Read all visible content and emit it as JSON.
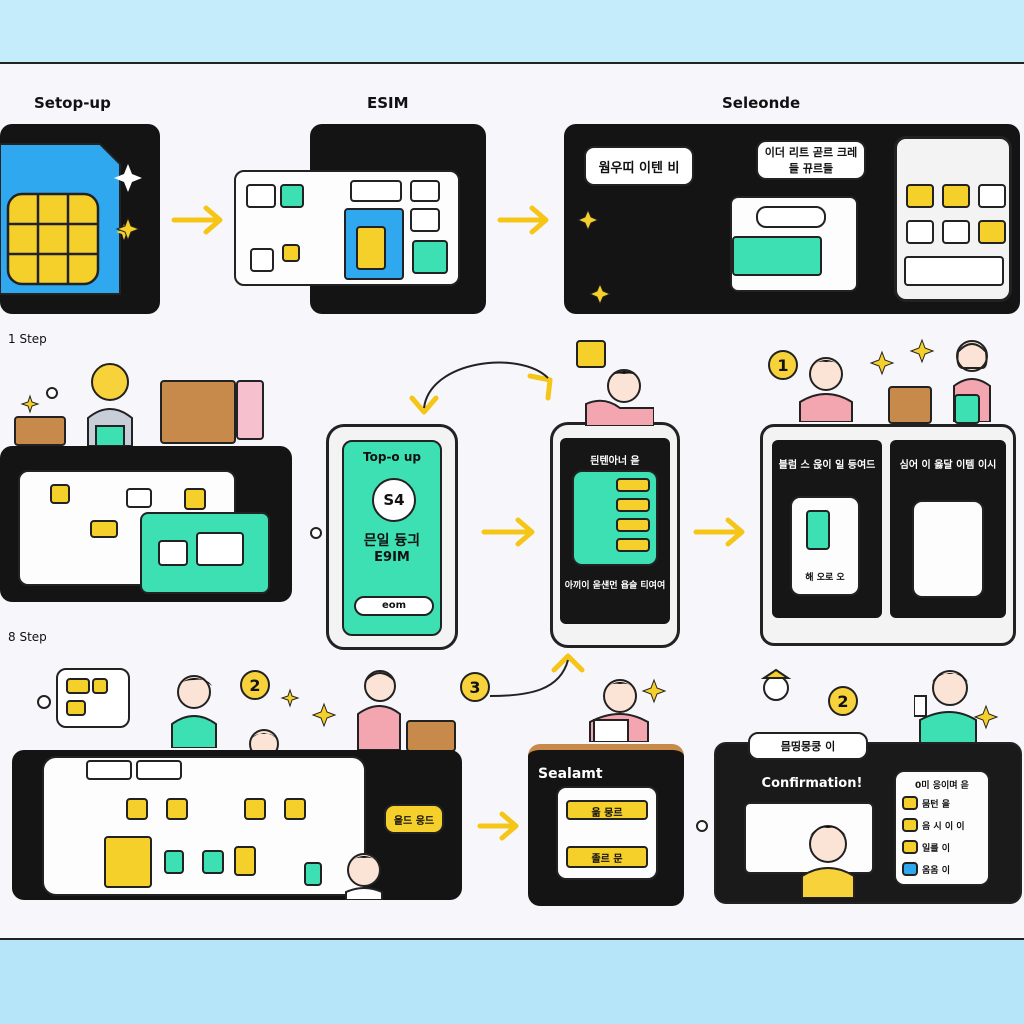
{
  "headings": {
    "col1": "Setop-up",
    "col2": "ESIM",
    "col3": "Seleonde"
  },
  "steps": {
    "step1": "1 Step",
    "step2": "8 Step"
  },
  "panel3": {
    "bubble_left": "웜우띠 이텐 비",
    "bubble_right": "이더 리트 곧르 크레들 뀨르들"
  },
  "phone_topup": {
    "title": "Top-o up",
    "badge": "S4",
    "line1": "믄일 듕긔",
    "line2": "E9IM",
    "button": "eom"
  },
  "phone_mid": {
    "header": "듼텐아너 읃",
    "footer": "아끼이 욷섄먼 욥슬 티여여"
  },
  "phone_pair": {
    "left_header": "블럼 스 읁이 일 등여드",
    "left_caption": "해 오로 오",
    "right_header": "심어 이 옳달 이템 이시"
  },
  "badges": {
    "one": "1",
    "two_a": "2",
    "three": "3",
    "two_b": "2"
  },
  "bottom": {
    "ticket_left": "읆  뭉르",
    "ticket_right": "졸르 문",
    "bubble_yellow": "읕드 응드",
    "sealant": "Sealamt",
    "confirm_bubble": "믐띵뭉쿵 이",
    "confirmation": "Confirmation!",
    "list_header": "0미 응이며 읃",
    "list": [
      "뭄턴 을",
      "음 시 이 이",
      "일를 이",
      "옴옴 이"
    ]
  },
  "colors": {
    "accent_yellow": "#f5cf2a",
    "mint": "#3de0b3",
    "blue": "#2fa8ef",
    "dark": "#141414"
  }
}
